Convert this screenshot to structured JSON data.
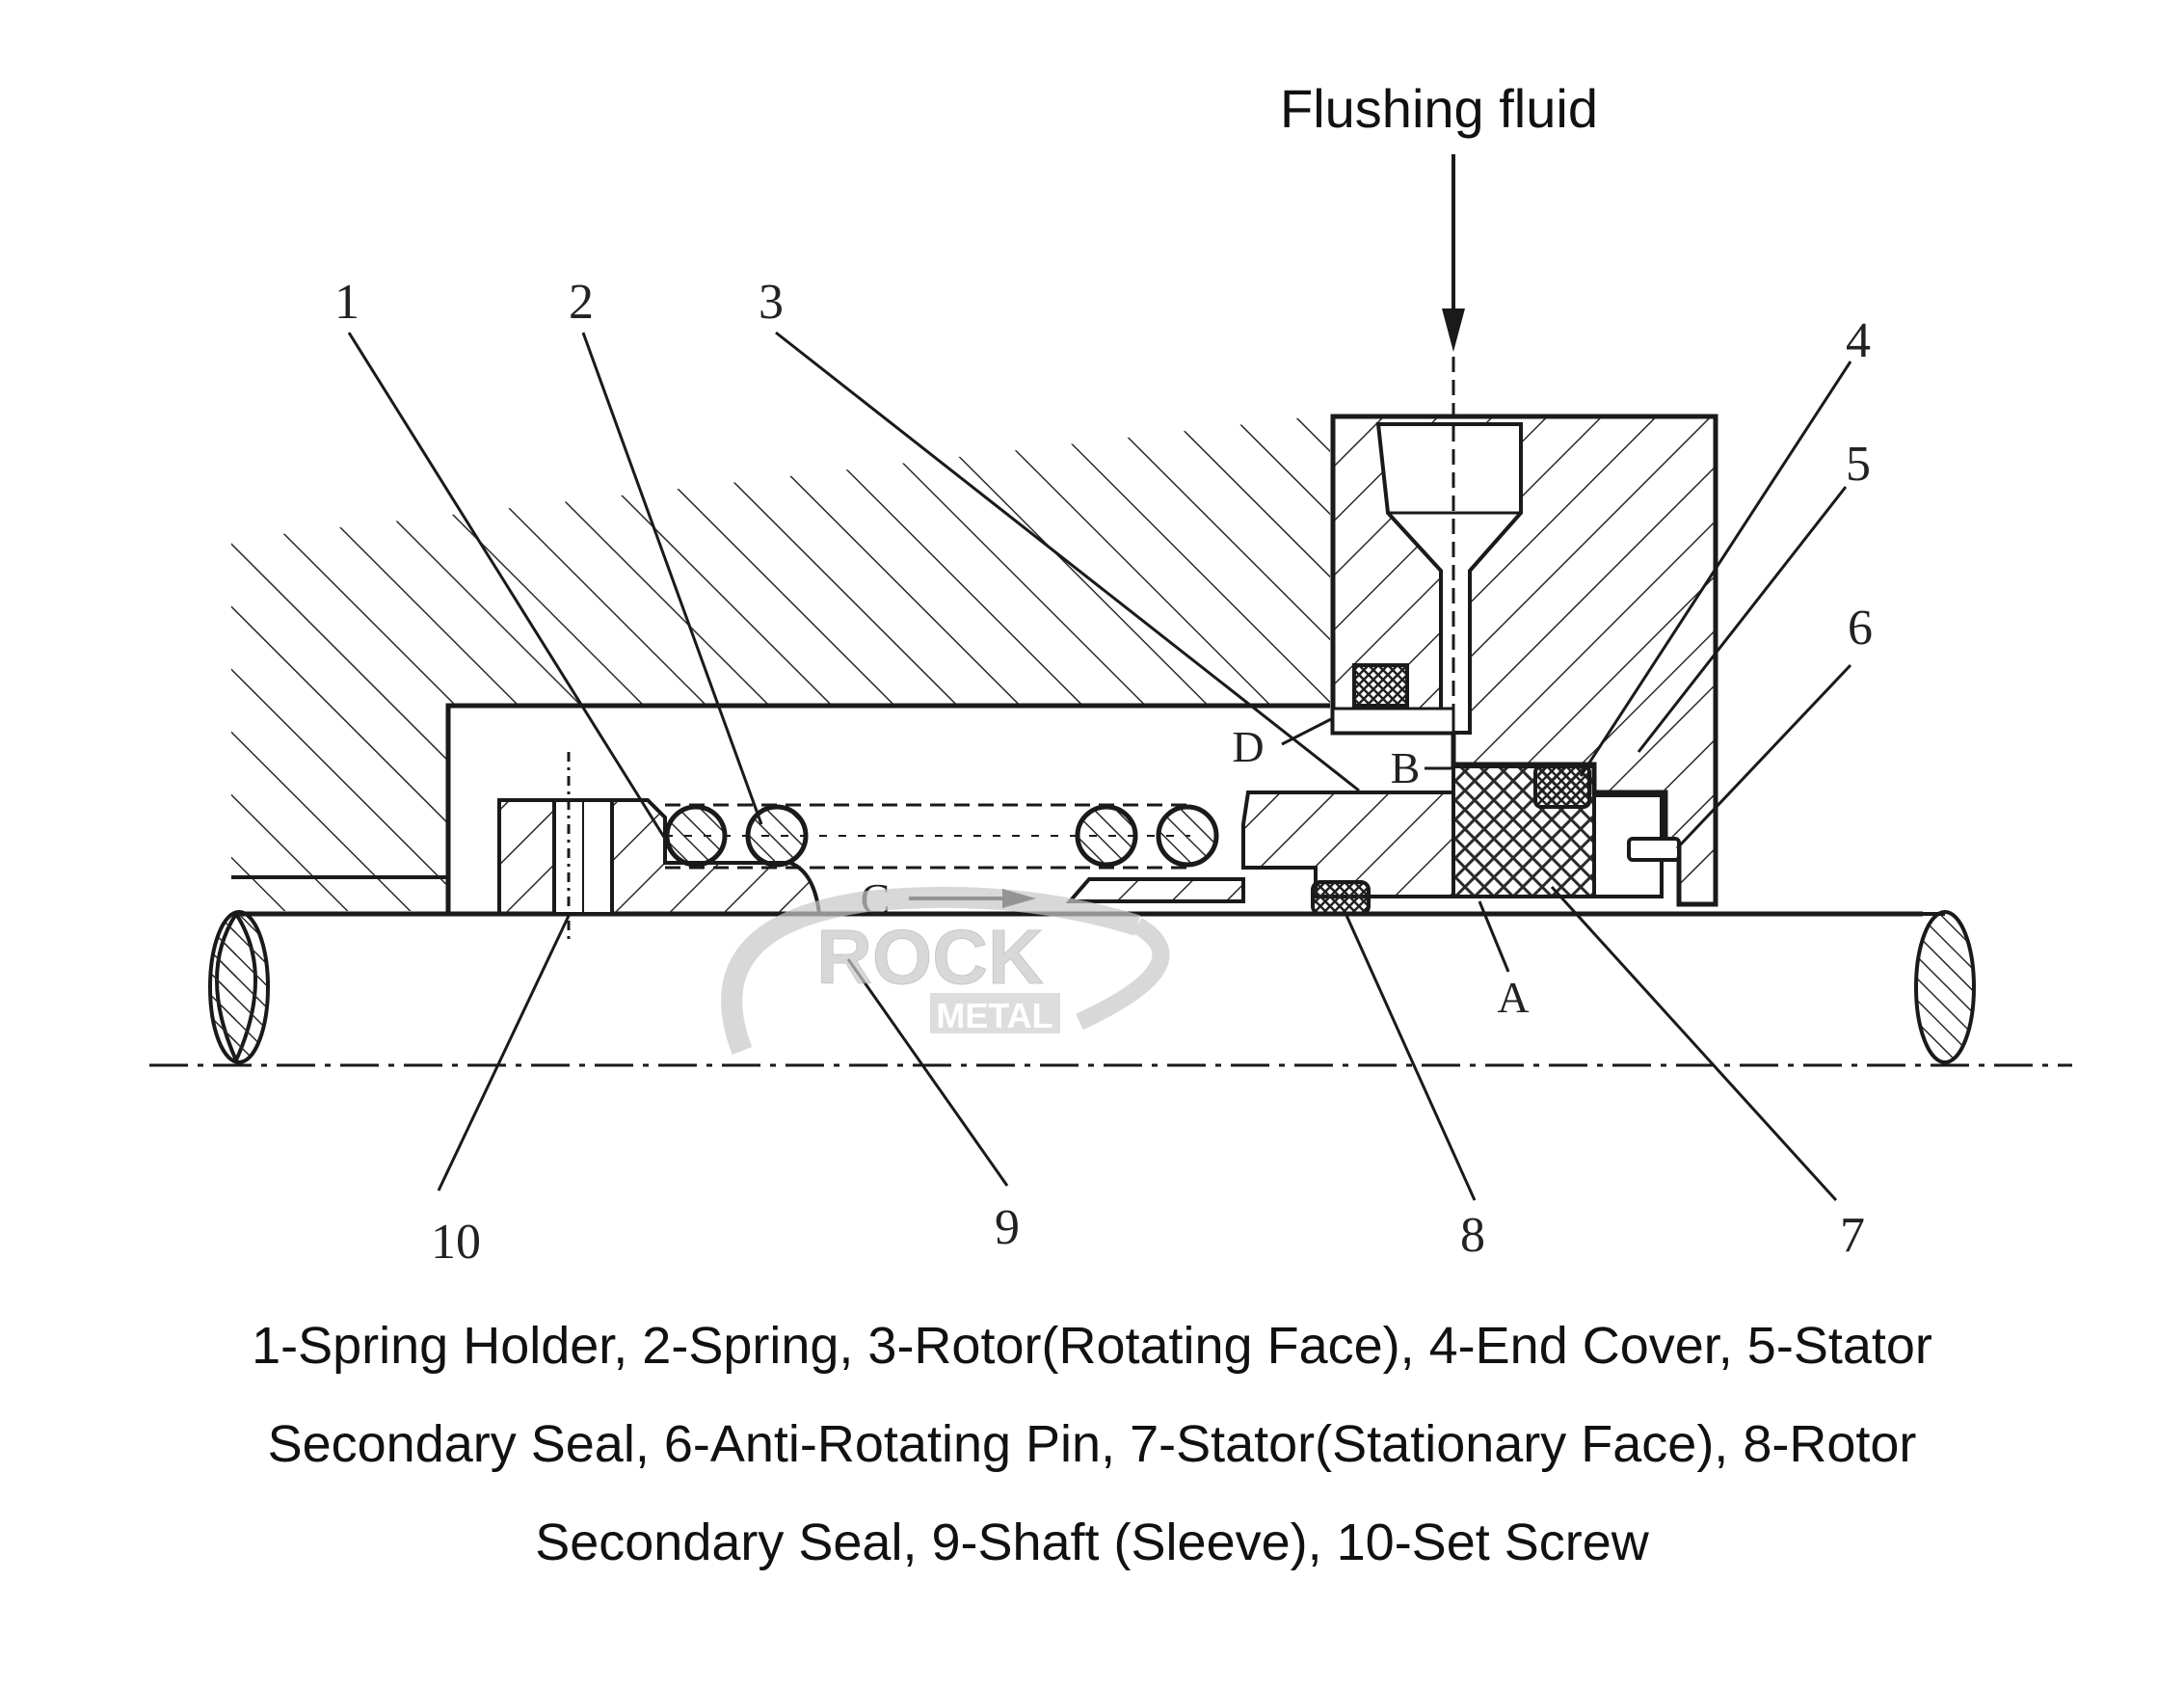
{
  "flow_label": "Flushing fluid",
  "callouts": {
    "n1": "1",
    "n2": "2",
    "n3": "3",
    "n4": "4",
    "n5": "5",
    "n6": "6",
    "n7": "7",
    "n8": "8",
    "n9": "9",
    "n10": "10"
  },
  "letters": {
    "a": "A",
    "b": "B",
    "c": "C",
    "d": "D"
  },
  "watermark": {
    "word1": "ROCK",
    "word2": "METAL"
  },
  "caption": {
    "line1": "1-Spring Holder, 2-Spring, 3-Rotor(Rotating Face), 4-End Cover, 5-Stator",
    "line2": "Secondary Seal, 6-Anti-Rotating Pin, 7-Stator(Stationary Face), 8-Rotor",
    "line3": "Secondary Seal, 9-Shaft (Sleeve), 10-Set Screw"
  },
  "colors": {
    "line": "#1a1a1a",
    "hatch": "#2a2a2a",
    "watermark": "#c8c8c8"
  }
}
